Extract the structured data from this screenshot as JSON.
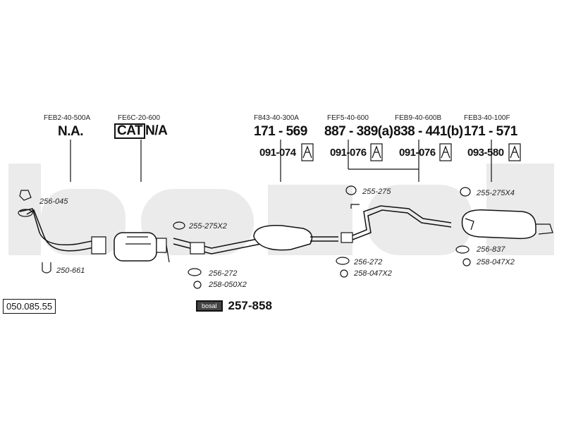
{
  "watermark": "bosal",
  "reference": "050.085.55",
  "kit": {
    "label": "257-858",
    "tag": "bosal"
  },
  "sections": [
    {
      "code": "FEB2-40-500A",
      "part": "N.A."
    },
    {
      "code": "FE6C-20-600",
      "cat": "CAT",
      "part": "N/A"
    },
    {
      "code": "F843-40-300A",
      "part": "171 - 569",
      "sub": "091-074"
    },
    {
      "code": "FEF5-40-600",
      "part": "887 - 389(a)",
      "sub": "091-076"
    },
    {
      "code": "FEB9-40-600B",
      "part": "838 - 441(b)",
      "sub": "091-076"
    },
    {
      "code": "FEB3-40-100F",
      "part": "171 - 571",
      "sub": "093-580"
    }
  ],
  "callouts": [
    "256-045",
    "250-661",
    "255-275X2",
    "256-272",
    "258-050X2",
    "255-275",
    "256-272",
    "258-047X2",
    "255-275X4",
    "256-837",
    "258-047X2"
  ],
  "colors": {
    "watermark": "#e9e9e9",
    "line": "#111111"
  }
}
